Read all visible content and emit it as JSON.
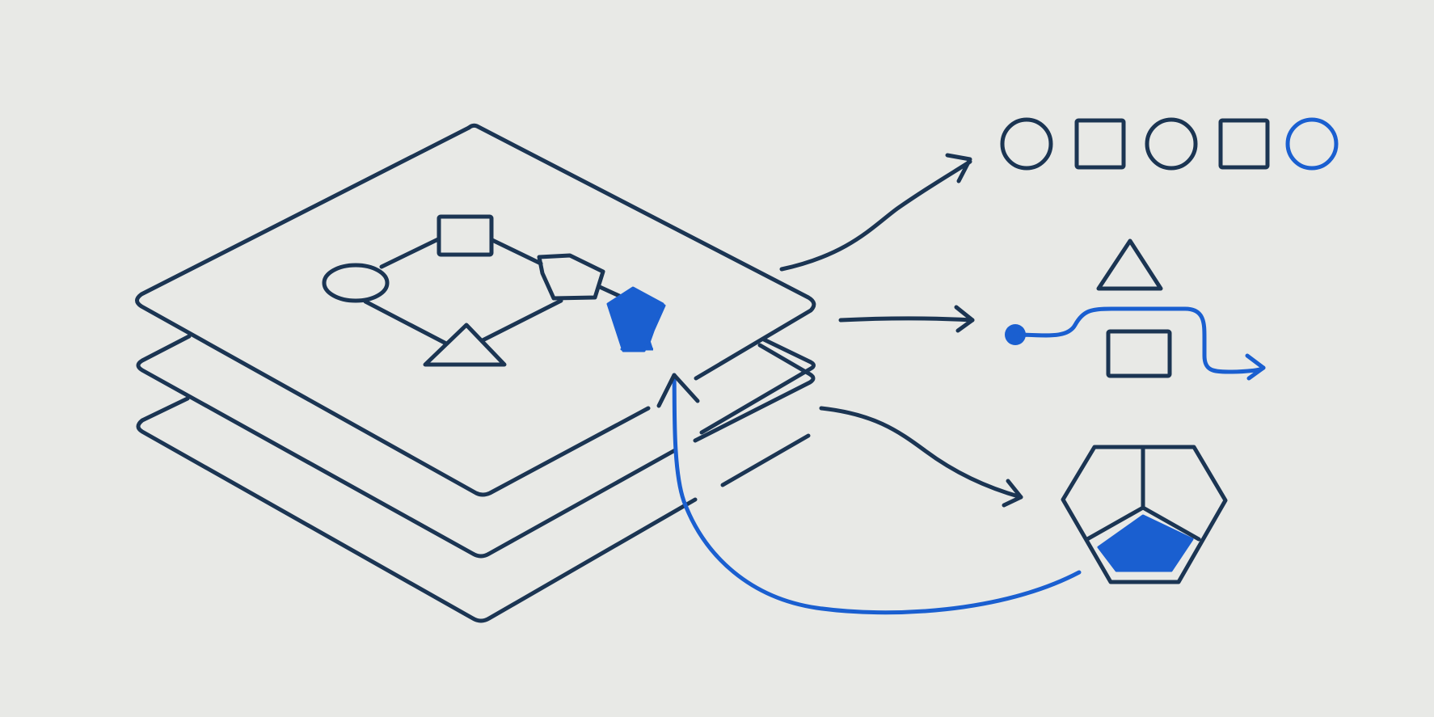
{
  "colors": {
    "background": "#e8e9e6",
    "ink": "#1b3553",
    "accent": "#1a5fd0"
  },
  "diagram": {
    "layer_stack": {
      "layers": 3,
      "graph_nodes": [
        "ellipse",
        "rectangle",
        "pentagon",
        "triangle",
        "pentagon-filled"
      ]
    },
    "output_rows": [
      {
        "id": "shape-sequence",
        "items": [
          "circle-icon",
          "square-icon",
          "circle-icon",
          "square-icon",
          "circle-icon-highlighted"
        ]
      },
      {
        "id": "process-flow",
        "items": [
          "triangle-icon",
          "square-icon",
          "flow-path"
        ]
      },
      {
        "id": "component-breakdown",
        "items": [
          "hexagon-icon",
          "pentagon-filled-icon"
        ]
      }
    ],
    "feedback_arrow": "hexagon-to-stack"
  }
}
